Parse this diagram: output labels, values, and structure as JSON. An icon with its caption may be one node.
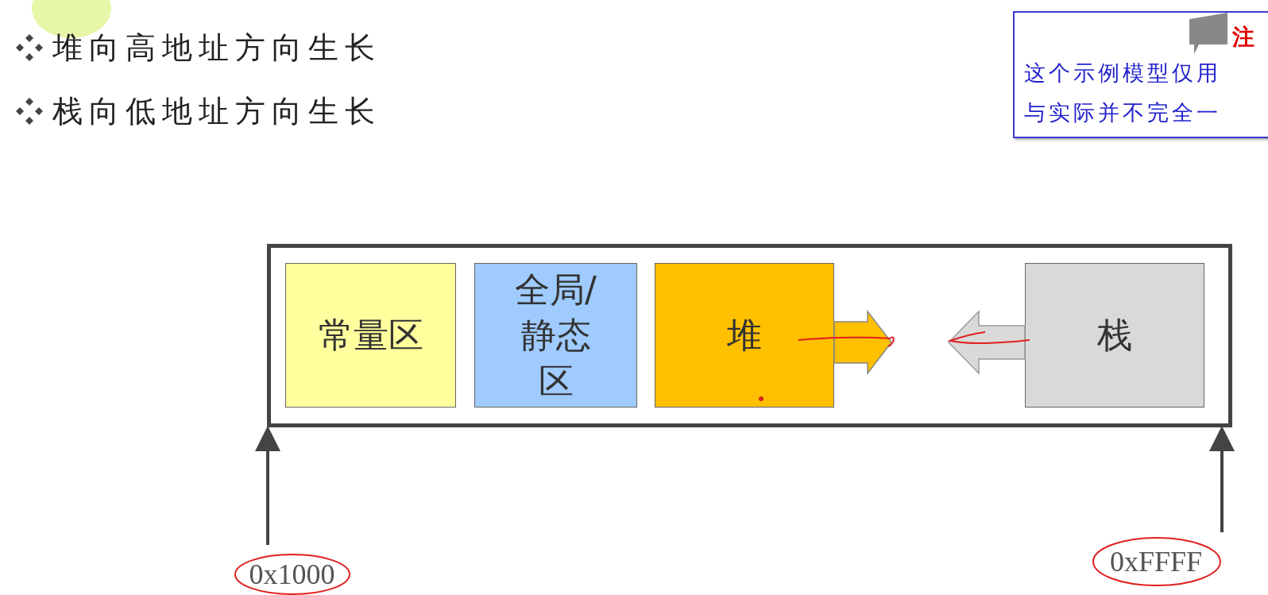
{
  "diagram": {
    "nodes": [
      {
        "text": [],
        "shape": "box"
      },
      {
        "text": [
          "常量区"
        ],
        "in": 0
      },
      {
        "text": [
          "全局/静态区"
        ],
        "in": 0
      },
      {
        "text": [
          "堆"
        ],
        "in": 0
      },
      {
        "text": [
          "栈"
        ],
        "in": 0
      },
      {
        "text": [
          "0x1000"
        ]
      },
      {
        "text": [
          "0xFFFF"
        ]
      },
      {
        "text": [
          "注",
          "这个示例模型仅用",
          "与实际并不完全一"
        ]
      }
    ],
    "edges": [
      {
        "from": 5,
        "to": 0,
        "arrow": "to"
      },
      {
        "from": 6,
        "to": 0,
        "arrow": "to"
      }
    ],
    "labels": [
      "堆向高地址方向生长",
      "栈向低地址方向生长"
    ]
  }
}
